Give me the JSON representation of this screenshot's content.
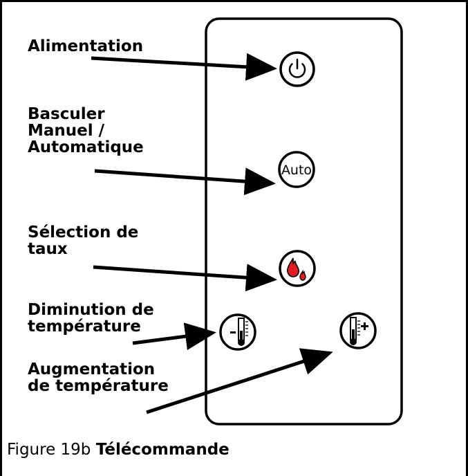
{
  "labels": {
    "power": "Alimentation",
    "mode_line1": "Basculer",
    "mode_line2": "Manuel /",
    "mode_line3": "Automatique",
    "rate_line1": "Sélection de",
    "rate_line2": "taux",
    "temp_down_line1": "Diminution de",
    "temp_down_line2": "température",
    "temp_up_line1": "Augmentation",
    "temp_up_line2": "de température"
  },
  "buttons": {
    "auto_text": "Auto"
  },
  "caption": {
    "number": "Figure 19b",
    "title": "Télécommande"
  },
  "colors": {
    "ink": "#000000",
    "flame": "#e31b23",
    "background": "#ffffff"
  },
  "icons": {
    "power": "power-icon",
    "rate": "flame-icon",
    "temp_down": "thermometer-minus-icon",
    "temp_up": "thermometer-plus-icon"
  }
}
